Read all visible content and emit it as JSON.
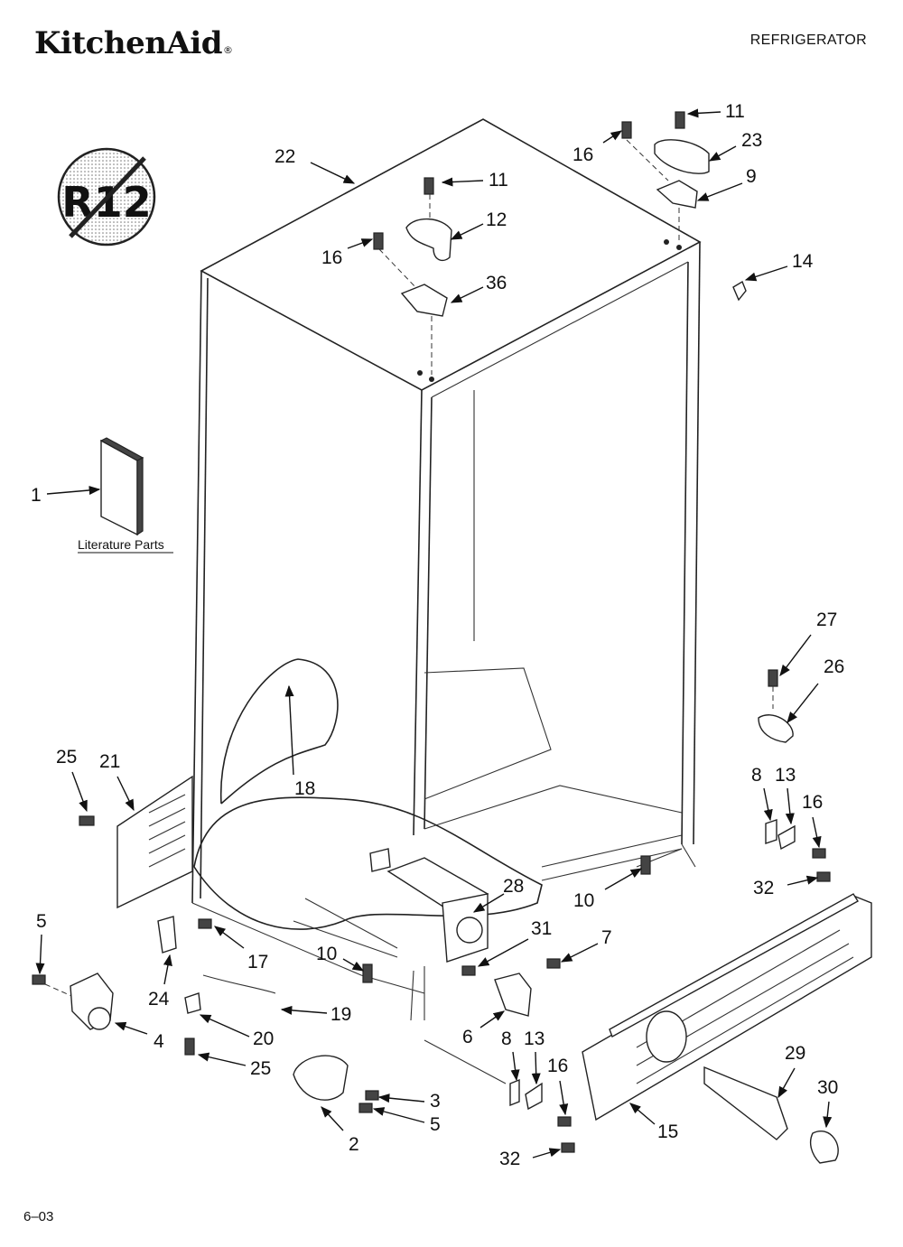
{
  "header": {
    "brand": "KitchenAid",
    "brand_mark": "®",
    "category": "REFRIGERATOR"
  },
  "footer": {
    "code": "6–03"
  },
  "symbol": {
    "text": "R12",
    "meaning": "no-R12-refrigerant-icon"
  },
  "literature_label": "Literature Parts",
  "callouts": [
    "22",
    "11",
    "12",
    "16",
    "36",
    "11",
    "23",
    "16",
    "9",
    "14",
    "1",
    "27",
    "26",
    "25",
    "21",
    "18",
    "8",
    "13",
    "16",
    "28",
    "10",
    "32",
    "5",
    "31",
    "7",
    "10",
    "17",
    "24",
    "4",
    "19",
    "20",
    "6",
    "8",
    "13",
    "16",
    "25",
    "3",
    "5",
    "2",
    "32",
    "29",
    "30",
    "15"
  ]
}
